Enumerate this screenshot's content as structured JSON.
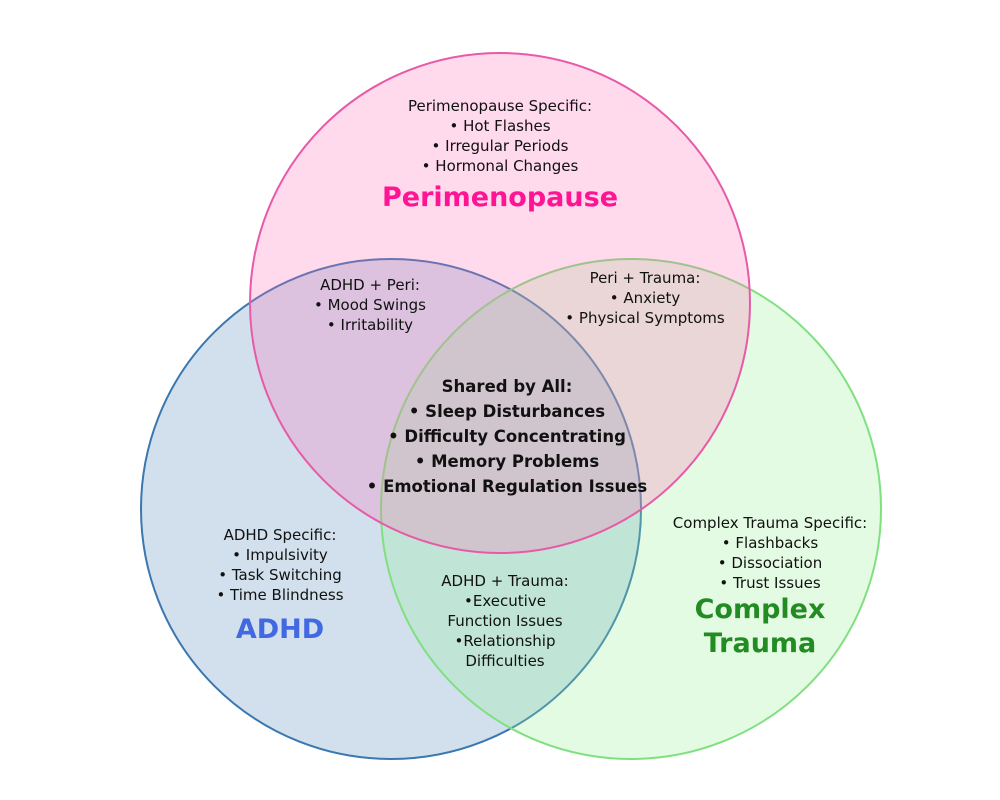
{
  "circles": {
    "perimenopause": {
      "title": [
        "Perimenopause"
      ],
      "fill": "#ff69b4",
      "stroke": "#e85aa8",
      "title_color": "#ff1493",
      "specific": [
        "Perimenopause Specific:",
        "• Hot Flashes",
        "• Irregular Periods",
        "• Hormonal Changes"
      ]
    },
    "adhd": {
      "title": [
        "ADHD"
      ],
      "fill": "#4682b4",
      "stroke": "#3b77b0",
      "title_color": "#4169e1",
      "specific": [
        "ADHD Specific:",
        "• Impulsivity",
        "• Task Switching",
        "• Time Blindness"
      ]
    },
    "trauma": {
      "title": [
        "Complex",
        "Trauma"
      ],
      "fill": "#90ee90",
      "stroke": "#80e080",
      "title_color": "#228b22",
      "specific": [
        "Complex Trauma Specific:",
        "• Flashbacks",
        "• Dissociation",
        "• Trust Issues"
      ]
    }
  },
  "overlaps": {
    "adhd_peri": [
      "ADHD + Peri:",
      "• Mood Swings",
      "• Irritability"
    ],
    "peri_trauma": [
      "Peri + Trauma:",
      "• Anxiety",
      "• Physical Symptoms"
    ],
    "adhd_trauma": [
      "ADHD + Trauma:",
      "•Executive",
      "Function Issues",
      "•Relationship",
      "Difficulties"
    ],
    "all": [
      "Shared by All:",
      "• Sleep Disturbances",
      "• Difficulty Concentrating",
      "• Memory Problems",
      "• Emotional Regulation Issues"
    ]
  }
}
